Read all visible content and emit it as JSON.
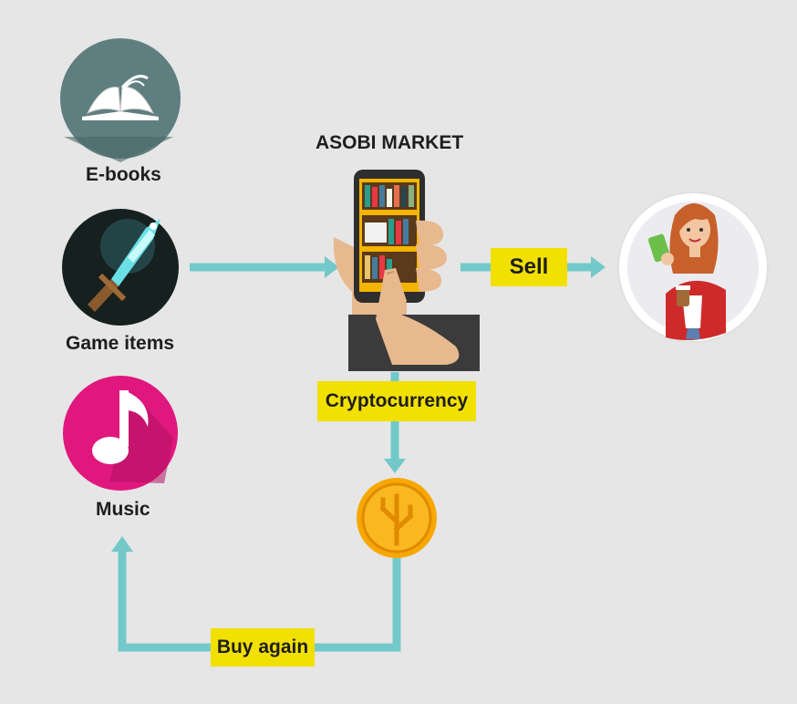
{
  "title": "ASOBI MARKET",
  "items": [
    {
      "label": "E-books",
      "icon": "open-book-icon",
      "color": "#5f7e80"
    },
    {
      "label": "Game items",
      "icon": "crystal-sword-icon",
      "color": "#1a2a2a"
    },
    {
      "label": "Music",
      "icon": "music-note-icon",
      "color": "#e0187e"
    }
  ],
  "tags": {
    "sell": "Sell",
    "cryptocurrency": "Cryptocurrency",
    "buy_again": "Buy again"
  },
  "icons": {
    "phone": "hand-holding-phone-icon",
    "coin": "cryptocurrency-coin-icon",
    "buyer": "woman-shopper-icon"
  },
  "colors": {
    "background": "#e6e6e6",
    "arrow": "#73c9c9",
    "tag": "#f2e000",
    "coin": "#f7a800"
  }
}
